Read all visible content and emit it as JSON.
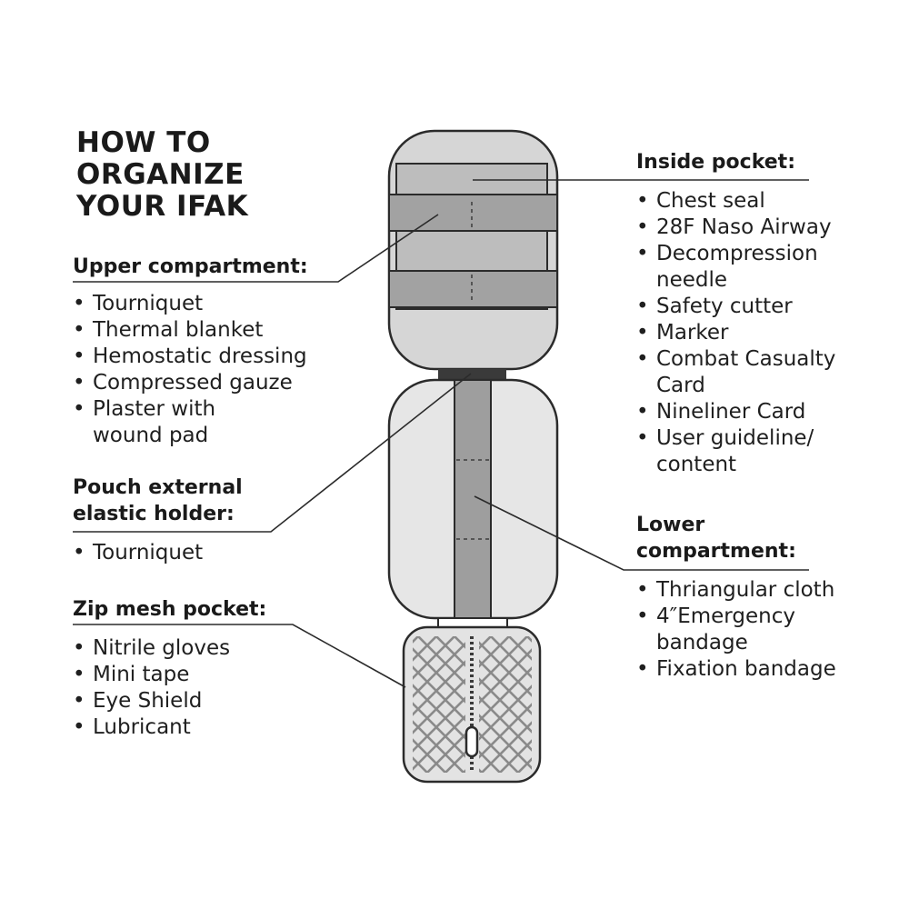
{
  "title": [
    "HOW TO",
    "ORGANIZE",
    "YOUR IFAK"
  ],
  "sections": {
    "upper": {
      "heading": "Upper compartment:",
      "items": [
        "Tourniquet",
        "Thermal blanket",
        "Hemostatic dressing",
        "Compressed gauze",
        "Plaster with",
        "wound pad"
      ]
    },
    "elastic": {
      "heading": [
        "Pouch external",
        "elastic holder:"
      ],
      "items": [
        "Tourniquet"
      ]
    },
    "mesh": {
      "heading": "Zip mesh pocket:",
      "items": [
        "Nitrile gloves",
        "Mini tape",
        "Eye Shield",
        "Lubricant"
      ]
    },
    "inside": {
      "heading": "Inside pocket:",
      "items": [
        "Chest seal",
        "28F Naso Airway",
        "Decompression",
        "needle",
        "Safety cutter",
        "Marker",
        "Combat Casualty",
        "Card",
        "Nineliner Card",
        "User guideline/",
        "content"
      ]
    },
    "lower": {
      "heading": [
        "Lower",
        "compartment:"
      ],
      "items": [
        "Thriangular cloth",
        "4″Emergency",
        "bandage",
        "Fixation bandage"
      ]
    }
  },
  "colors": {
    "outline": "#2b2b2b",
    "pouch_fill": "#d6d6d6",
    "strap_fill": "#9e9e9e",
    "lower_body_fill": "#e6e6e6",
    "mesh_fill": "#e3e3e3",
    "text": "#1c1c1c"
  }
}
